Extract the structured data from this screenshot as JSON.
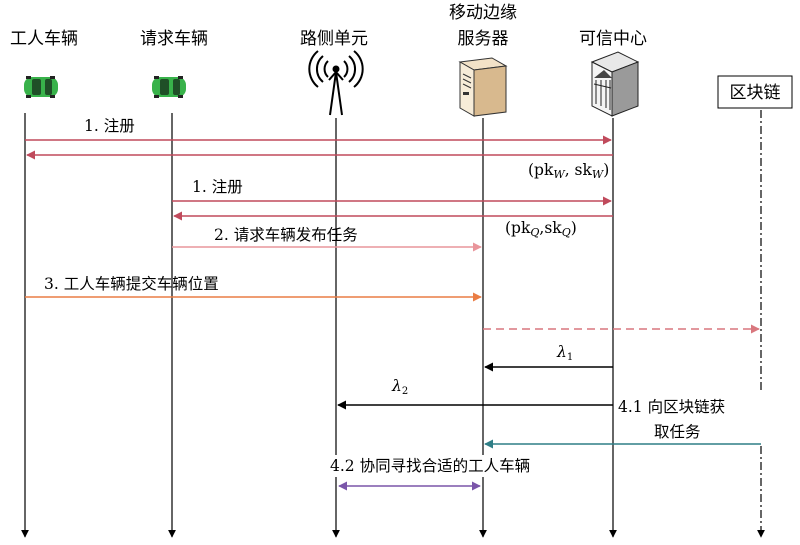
{
  "participants": {
    "worker": "工人车辆",
    "requester": "请求车辆",
    "rsu": "路侧单元",
    "mec_line1": "移动边缘",
    "mec_line2": "服务器",
    "ta": "可信中心",
    "blockchain": "区块链"
  },
  "messages": {
    "m1": "1. 注册",
    "m2": "(pk_W, sk_W)",
    "m3": "1. 注册",
    "m4": "(pk_Q,sk_Q)",
    "m5": "2. 请求车辆发布任务",
    "m6": "3. 工人车辆提交车辆位置",
    "m7": "λ1",
    "m8": "λ2",
    "m9_line1": "4.1 向区块链获",
    "m9_line2": "取任务",
    "m10": "4.2 协同寻找合适的工人车辆"
  },
  "colors": {
    "register": "#c04a5c",
    "request": "#e9959b",
    "worker_submit": "#ea7d45",
    "dashed": "#d9777e",
    "lambda": "#000000",
    "fetch": "#2f7e86",
    "coop": "#7a55a9",
    "vehicle": "#38b24a"
  }
}
